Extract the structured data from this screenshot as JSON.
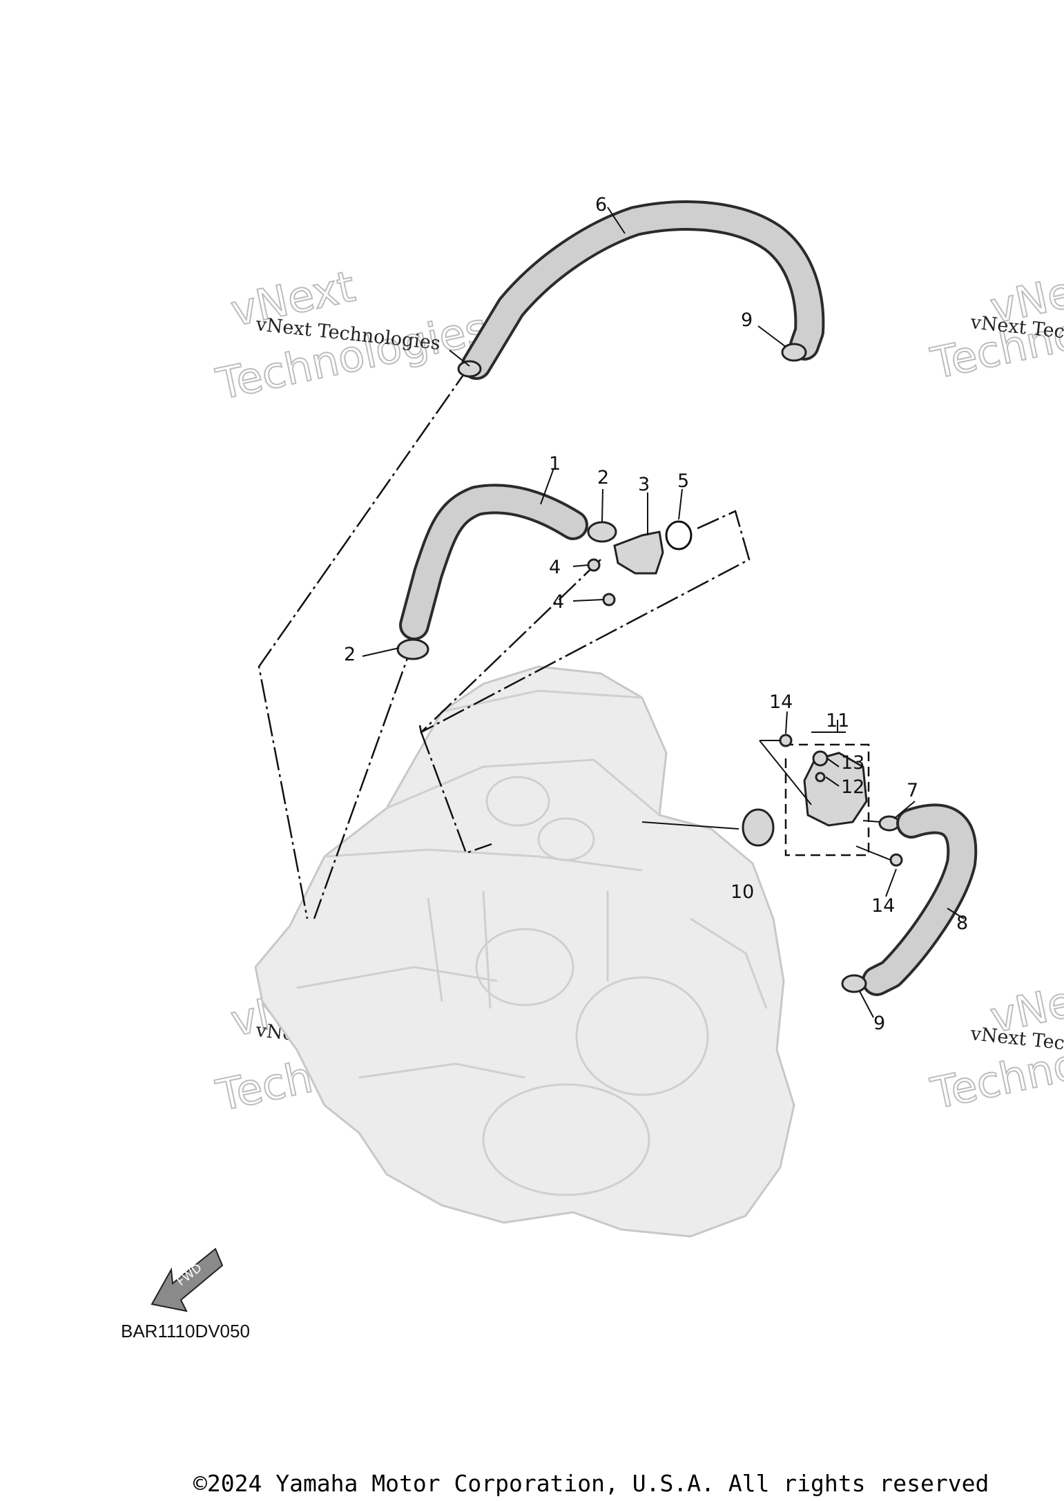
{
  "callouts": {
    "c1": "1",
    "c2a": "2",
    "c2b": "2",
    "c3": "3",
    "c4a": "4",
    "c4b": "4",
    "c5": "5",
    "c6": "6",
    "c7": "7",
    "c8": "8",
    "c9a": "9",
    "c9b": "9",
    "c10": "10",
    "c11": "11",
    "c12": "12",
    "c13": "13",
    "c14a": "14",
    "c14b": "14"
  },
  "watermarks": {
    "company": "vNext Technologies",
    "company_short": "vNext Tec",
    "big_line1": "vNext",
    "big_line2": "Technologies",
    "big_short1": "vNe",
    "big_short2": "Techno"
  },
  "fwd_label": "FWD",
  "doc_code": "BAR1110DV050",
  "copyright": "©2024 Yamaha Motor Corporation, U.S.A. All rights reserved"
}
